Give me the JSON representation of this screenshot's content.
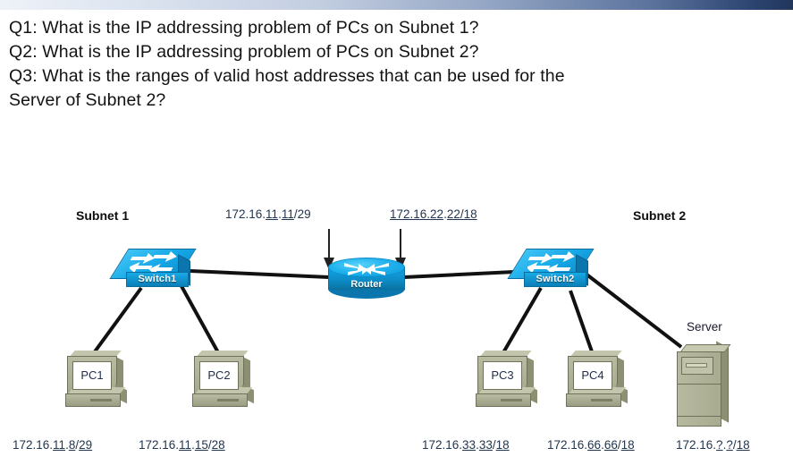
{
  "banner": {
    "name": "decorative-gradient-bar"
  },
  "questions": [
    "Q1: What is the IP addressing problem of PCs on Subnet 1?",
    "Q2: What is the IP addressing problem of PCs on Subnet 2?",
    "Q3: What is the ranges of valid host addresses that can be used for the\nServer of Subnet 2?"
  ],
  "diagram": {
    "subnet1_label": "Subnet 1",
    "subnet2_label": "Subnet 2",
    "router_interface_left": {
      "prefix": "172.16.",
      "octet3": "11",
      "octet4": "11",
      "mask": "/29",
      "full": "172.16.11.11/29"
    },
    "router_interface_right": {
      "prefix": "172.16.",
      "octet3": "22",
      "octet4": "22",
      "mask": "/18",
      "full": "172.16.22.22/18"
    },
    "devices": {
      "switch1": "Switch1",
      "switch2": "Switch2",
      "router": "Router",
      "pc1": "PC1",
      "pc2": "PC2",
      "pc3": "PC3",
      "pc4": "PC4",
      "server": "Server"
    },
    "host_addresses": [
      {
        "device": "PC1",
        "prefix": "172.16.",
        "octet3": "11",
        "octet4": "8",
        "mask": "29",
        "full": "172.16.11.8/29"
      },
      {
        "device": "PC2",
        "prefix": "172.16.",
        "octet3": "11",
        "octet4": "15",
        "mask": "28",
        "full": "172.16.11.15/28"
      },
      {
        "device": "PC3",
        "prefix": "172.16.",
        "octet3": "33",
        "octet4": "33",
        "mask": "18",
        "full": "172.16.33.33/18"
      },
      {
        "device": "PC4",
        "prefix": "172.16.",
        "octet3": "66",
        "octet4": "66",
        "mask": "18",
        "full": "172.16.66.66/18"
      },
      {
        "device": "Server",
        "prefix": "172.16.",
        "octet3": "?",
        "octet4": "?",
        "mask": "18",
        "full": "172.16.?.?/18"
      }
    ]
  },
  "colors": {
    "switch_blue": "#16a8e8",
    "router_blue": "#21b3ef",
    "device_beige": "#b0b298",
    "ip_text": "#23364f",
    "banner_dark": "#22365b"
  }
}
